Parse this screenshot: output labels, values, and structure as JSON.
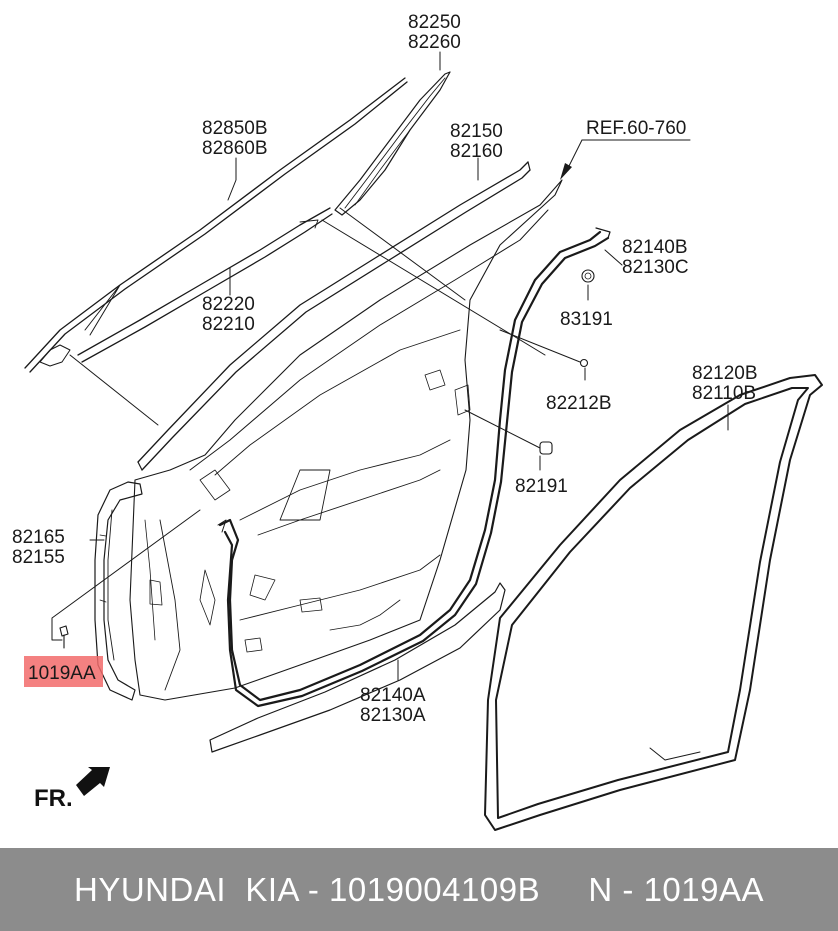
{
  "diagram": {
    "part_labels": {
      "p82250": "82250",
      "p82260": "82260",
      "p82850b": "82850B",
      "p82860b": "82860B",
      "p82150": "82150",
      "p82160": "82160",
      "ref": "REF.60-760",
      "p82140b": "82140B",
      "p82130c": "82130C",
      "p82220": "82220",
      "p82210": "82210",
      "p83191": "83191",
      "p82212b": "82212B",
      "p82120b": "82120B",
      "p82110b": "82110B",
      "p82191": "82191",
      "p82165": "82165",
      "p82155": "82155",
      "p1019aa": "1019AA",
      "p82140a": "82140A",
      "p82130a": "82130A"
    },
    "direction_label": "FR.",
    "highlight_color": "#f26b6b"
  },
  "footer": {
    "text": "HYUNDAI  KIA - 1019004109B     N - 1019AA",
    "background": "#8c8c8c"
  }
}
